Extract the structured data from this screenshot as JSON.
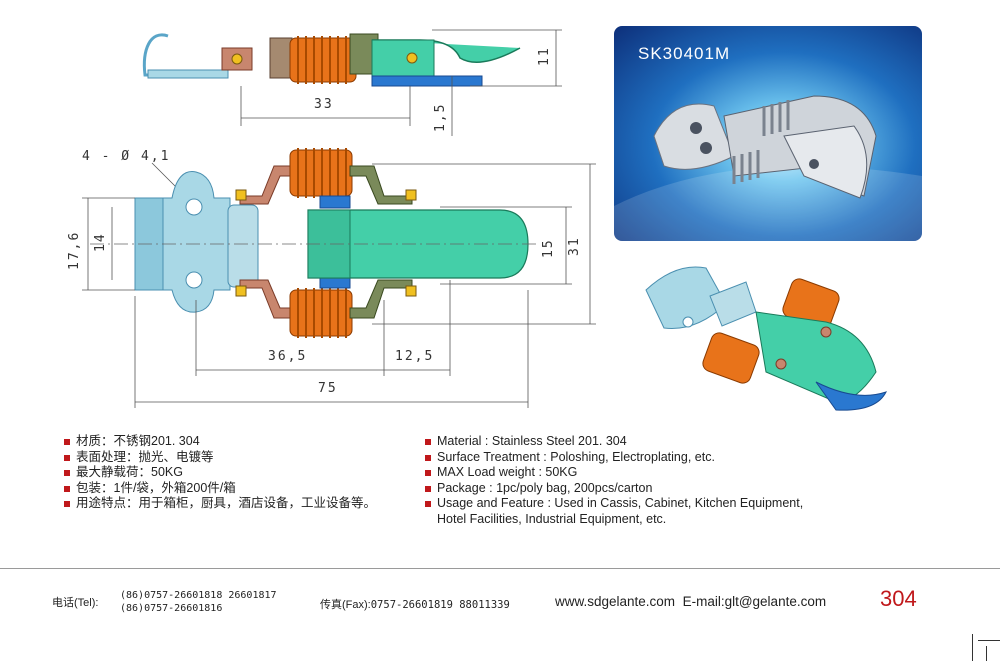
{
  "model": "SK30401M",
  "dimensions": {
    "top_width": "33",
    "top_height": "11",
    "thickness": "1,5",
    "hole_spec": "4 - Ø 4,1",
    "left_outer": "17,6",
    "left_inner": "14",
    "right_inner": "15",
    "right_outer": "31",
    "offset_a": "36,5",
    "offset_b": "12,5",
    "total_length": "75"
  },
  "specs_cn": [
    "材质：不锈钢201. 304",
    "表面处理：抛光、电镀等",
    "最大静载荷：50KG",
    "包装：1件/袋，外箱200件/箱",
    "用途特点：用于箱柜，厨具，酒店设备，工业设备等。"
  ],
  "specs_en": [
    {
      "line1": "Material : Stainless Steel 201. 304",
      "line2": ""
    },
    {
      "line1": "Surface Treatment : Poloshing, Electroplating, etc.",
      "line2": ""
    },
    {
      "line1": "MAX Load weight : 50KG",
      "line2": ""
    },
    {
      "line1": "Package : 1pc/poly bag,  200pcs/carton",
      "line2": ""
    },
    {
      "line1": "Usage and Feature : Used in Cassis, Cabinet, Kitchen Equipment,",
      "line2": "Hotel Facilities, Industrial Equipment, etc."
    }
  ],
  "footer": {
    "tel_label": "电话(Tel):",
    "tel_line1": "(86)0757-26601818  26601817",
    "tel_line2": "(86)0757-26601816",
    "fax_label": "传真(Fax):",
    "fax_number": "0757-26601819 88011339",
    "website": "www.sdgelante.com",
    "email": "E-mail:glt@gelante.com",
    "page_number": "304"
  },
  "colors": {
    "accent": "#c0181b",
    "spring": "#e8731a",
    "lever": "#3cc6a6",
    "base": "#a9d8e6"
  }
}
